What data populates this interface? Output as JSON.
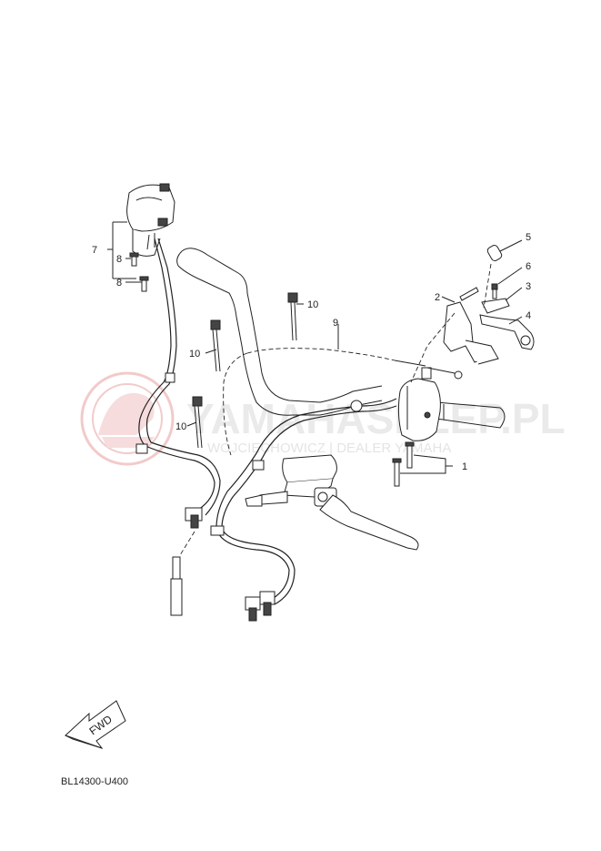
{
  "callouts": {
    "c1": "1",
    "c2": "2",
    "c3": "3",
    "c4": "4",
    "c5": "5",
    "c6": "6",
    "c7": "7",
    "c8a": "8",
    "c8b": "8",
    "c9": "9",
    "c10a": "10",
    "c10b": "10",
    "c10c": "10"
  },
  "watermark": {
    "main": "YAMAHASKLEP.PL",
    "sub": "WOJCIECHOWICZ | DEALER YAMAHA",
    "logo_color": "#e8a0a0"
  },
  "fwd_label": "FWD",
  "diagram_code": "BL14300-U400"
}
